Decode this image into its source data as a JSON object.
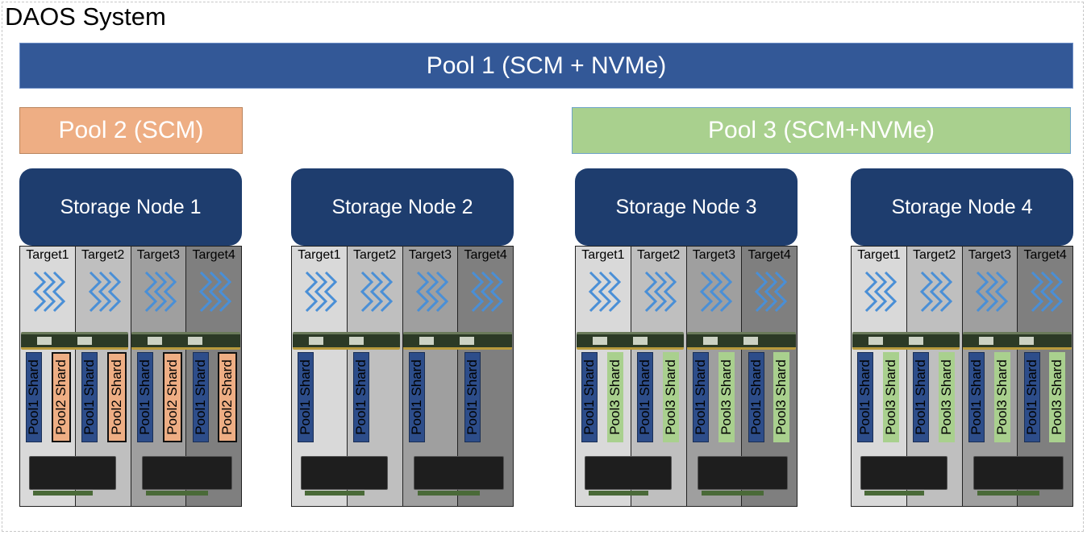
{
  "system_title": "DAOS System",
  "pools": {
    "pool1": "Pool 1 (SCM + NVMe)",
    "pool2": "Pool 2 (SCM)",
    "pool3": "Pool 3 (SCM+NVMe)"
  },
  "nodes": [
    {
      "name": "Storage Node 1",
      "targets": [
        "Target1",
        "Target2",
        "Target3",
        "Target4"
      ],
      "shards": [
        "Pool1 Shard",
        "Pool2 Shard",
        "Pool1 Shard",
        "Pool2 Shard",
        "Pool1 Shard",
        "Pool2 Shard",
        "Pool1 Shard",
        "Pool2 Shard"
      ]
    },
    {
      "name": "Storage Node 2",
      "targets": [
        "Target1",
        "Target2",
        "Target3",
        "Target4"
      ],
      "shards": [
        "Pool1 Shard",
        "Pool1 Shard",
        "Pool1 Shard",
        "Pool1 Shard"
      ]
    },
    {
      "name": "Storage Node 3",
      "targets": [
        "Target1",
        "Target2",
        "Target3",
        "Target4"
      ],
      "shards": [
        "Pool1 Shard",
        "Pool3 Shard",
        "Pool1 Shard",
        "Pool3 Shard",
        "Pool1 Shard",
        "Pool3 Shard",
        "Pool1 Shard",
        "Pool3 Shard"
      ]
    },
    {
      "name": "Storage Node 4",
      "targets": [
        "Target1",
        "Target2",
        "Target3",
        "Target4"
      ],
      "shards": [
        "Pool1 Shard",
        "Pool3 Shard",
        "Pool1 Shard",
        "Pool3 Shard",
        "Pool1 Shard",
        "Pool3 Shard",
        "Pool1 Shard",
        "Pool3 Shard"
      ]
    }
  ],
  "colors": {
    "pool1": "#335897",
    "pool2": "#eeae84",
    "pool3": "#a9d08e",
    "node_header": "#1e3d6e"
  },
  "icons": [
    "chevron-waves-icon",
    "dimm-module-icon",
    "nvme-ssd-card-icon"
  ]
}
